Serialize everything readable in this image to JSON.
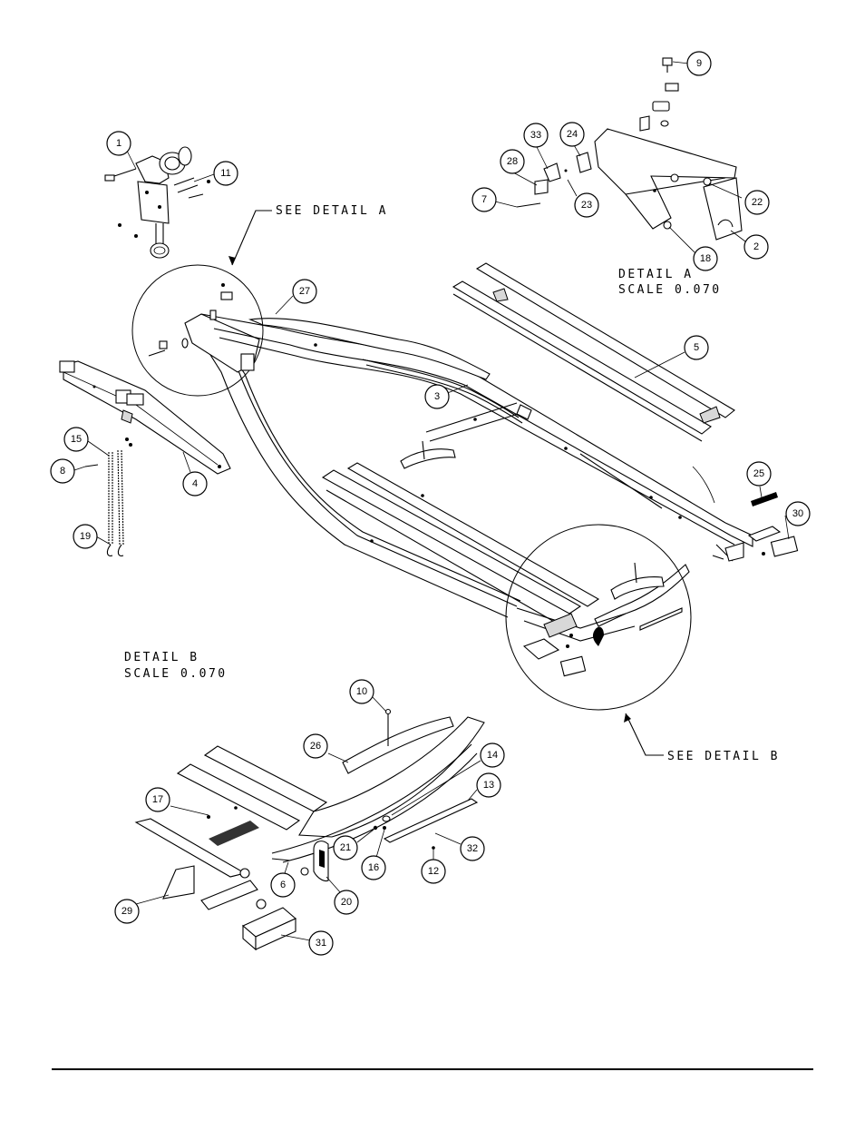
{
  "labels": {
    "see_detail_a": "SEE DETAIL A",
    "detail_a_title": "DETAIL A",
    "detail_a_scale": "SCALE 0.070",
    "detail_b_title": "DETAIL B",
    "detail_b_scale": "SCALE 0.070",
    "see_detail_b": "SEE DETAIL B"
  },
  "callouts": {
    "c1": "1",
    "c2": "2",
    "c3": "3",
    "c4": "4",
    "c5": "5",
    "c6": "6",
    "c7": "7",
    "c8": "8",
    "c9": "9",
    "c10": "10",
    "c11": "11",
    "c12": "12",
    "c13": "13",
    "c14": "14",
    "c15": "15",
    "c16": "16",
    "c17": "17",
    "c18": "18",
    "c19": "19",
    "c20": "20",
    "c21": "21",
    "c22": "22",
    "c23": "23",
    "c24": "24",
    "c25": "25",
    "c26": "26",
    "c27": "27",
    "c28": "28",
    "c29": "29",
    "c30": "30",
    "c31": "31",
    "c32": "32",
    "c33": "33"
  }
}
